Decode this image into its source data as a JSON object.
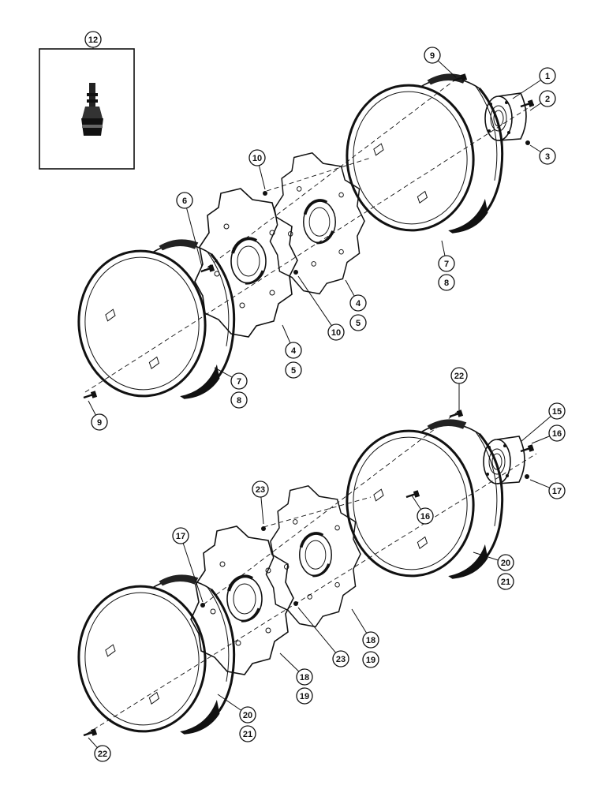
{
  "diagram": {
    "inset_callout": "12",
    "callouts": {
      "c1": "1",
      "c2": "2",
      "c3": "3",
      "c4a": "4",
      "c5a": "5",
      "c4b": "4",
      "c5b": "5",
      "c6": "6",
      "c7a": "7",
      "c8a": "8",
      "c7b": "7",
      "c8b": "8",
      "c9a": "9",
      "c9b": "9",
      "c10a": "10",
      "c10b": "10",
      "c15": "15",
      "c16a": "16",
      "c16b": "16",
      "c17a": "17",
      "c17b": "17",
      "c18a": "18",
      "c19a": "19",
      "c18b": "18",
      "c19b": "19",
      "c20a": "20",
      "c21a": "21",
      "c20b": "20",
      "c21b": "21",
      "c22a": "22",
      "c22b": "22",
      "c23a": "23",
      "c23b": "23"
    }
  }
}
